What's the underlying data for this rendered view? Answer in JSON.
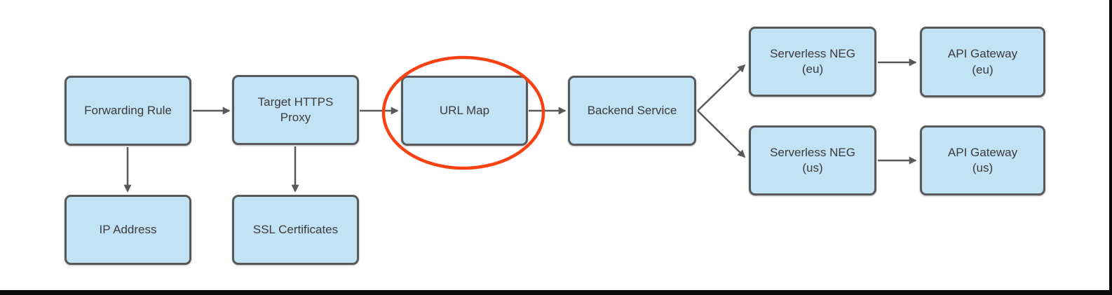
{
  "diagram": {
    "nodes": [
      {
        "id": "forwarding-rule",
        "label": "Forwarding Rule"
      },
      {
        "id": "target-https-proxy",
        "label": "Target HTTPS\nProxy"
      },
      {
        "id": "url-map",
        "label": "URL Map",
        "highlighted": true
      },
      {
        "id": "backend-service",
        "label": "Backend Service"
      },
      {
        "id": "serverless-neg-eu",
        "label": "Serverless NEG\n(eu)"
      },
      {
        "id": "api-gateway-eu",
        "label": "API Gateway\n(eu)"
      },
      {
        "id": "serverless-neg-us",
        "label": "Serverless NEG\n(us)"
      },
      {
        "id": "api-gateway-us",
        "label": "API Gateway\n(us)"
      },
      {
        "id": "ip-address",
        "label": "IP Address"
      },
      {
        "id": "ssl-certificates",
        "label": "SSL Certificates"
      }
    ],
    "edges": [
      {
        "from": "forwarding-rule",
        "to": "target-https-proxy"
      },
      {
        "from": "target-https-proxy",
        "to": "url-map"
      },
      {
        "from": "url-map",
        "to": "backend-service"
      },
      {
        "from": "backend-service",
        "to": "serverless-neg-eu"
      },
      {
        "from": "backend-service",
        "to": "serverless-neg-us"
      },
      {
        "from": "serverless-neg-eu",
        "to": "api-gateway-eu"
      },
      {
        "from": "serverless-neg-us",
        "to": "api-gateway-us"
      },
      {
        "from": "forwarding-rule",
        "to": "ip-address"
      },
      {
        "from": "target-https-proxy",
        "to": "ssl-certificates"
      }
    ],
    "annotation": {
      "shape": "ellipse",
      "around": "url-map",
      "color": "#f84213"
    },
    "colors": {
      "node_fill": "#c2e2f6",
      "node_border": "#595959",
      "arrow": "#595959",
      "text": "#3b3b3b",
      "highlight": "#f84213",
      "page_edge": "#0a0a0a"
    }
  }
}
